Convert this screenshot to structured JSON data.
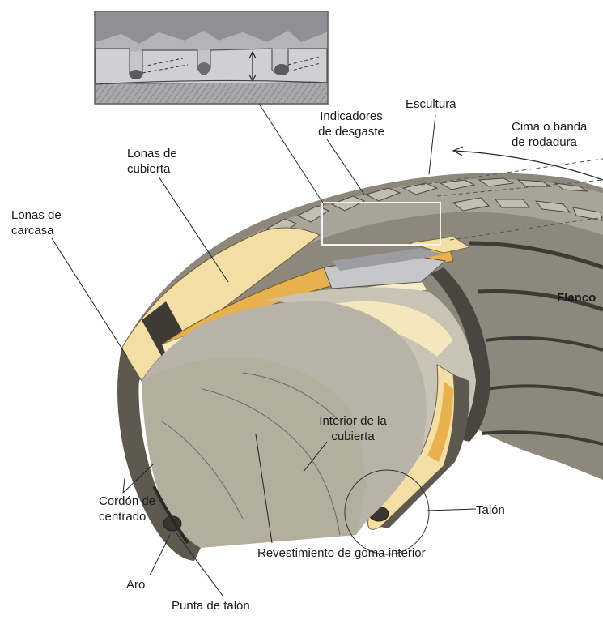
{
  "labels": {
    "indicadores": [
      "Indicadores",
      "de desgaste"
    ],
    "escultura": "Escultura",
    "cima": [
      "Cima o banda",
      "de rodadura"
    ],
    "lonas_cubierta": [
      "Lonas de",
      "cubierta"
    ],
    "lonas_carcasa": [
      "Lonas de",
      "carcasa"
    ],
    "flanco": "Flanco",
    "interior": [
      "Interior de la",
      "cubierta"
    ],
    "talon": "Talón",
    "cordon": [
      "Cordón de",
      "centrado"
    ],
    "revestimiento": "Revestimiento de goma interior",
    "aro": "Aro",
    "punta": "Punta de talón"
  },
  "colors": {
    "rubber_dark": "#5e584f",
    "rubber_mid": "#8d877c",
    "rubber_light": "#b9b3a7",
    "inner_lining": "#c9c3b5",
    "ply_cream": "#f3dfa6",
    "ply_orange": "#e7b24e",
    "ply_pale": "#f7ecc8",
    "steel_belt": "#c7c6c9",
    "inset_bg": "#c8c8cc"
  }
}
